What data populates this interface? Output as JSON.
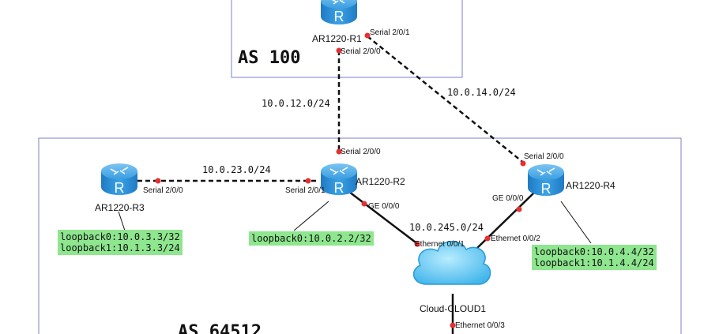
{
  "areas": {
    "as100": "AS 100",
    "as64512": "AS 64512"
  },
  "devices": {
    "r1": "AR1220-R1",
    "r2": "AR1220-R2",
    "r3": "AR1220-R3",
    "r4": "AR1220-R4",
    "cloud": "Cloud-CLOUD1",
    "router_glyph": "R"
  },
  "networks": {
    "r1_r2": "10.0.12.0/24",
    "r1_r4": "10.0.14.0/24",
    "r2_r3": "10.0.23.0/24",
    "lan": "10.0.245.0/24"
  },
  "interfaces": {
    "r1_s200": "Serial 2/0/0",
    "r1_s201": "Serial 2/0/1",
    "r2_s200": "Serial 2/0/0",
    "r2_s201": "Serial 2/0/1",
    "r2_ge": "GE 0/0/0",
    "r3_s200": "Serial 2/0/0",
    "r4_s200": "Serial 2/0/0",
    "r4_ge": "GE 0/0/0",
    "cloud_e1": "Ethernet 0/0/1",
    "cloud_e2": "Ethernet 0/0/2",
    "cloud_e3": "Ethernet 0/0/3"
  },
  "notes": {
    "r2": [
      "loopback0:10.0.2.2/32"
    ],
    "r3": [
      "loopback0:10.0.3.3/32",
      "loopback1:10.1.3.3/24"
    ],
    "r4": [
      "loopback0:10.0.4.4/32",
      "loopback1:10.1.4.4/24"
    ]
  },
  "colors": {
    "router_body": "#2b8fd8",
    "router_dark": "#1a6eb0",
    "cloud_fill": "#5fc6f2",
    "note_bg": "#8ee68e",
    "interface_dot": "#e53030",
    "area_border": "#7b7fd0"
  },
  "icons": {
    "router": "router-icon",
    "cloud": "cloud-icon"
  }
}
